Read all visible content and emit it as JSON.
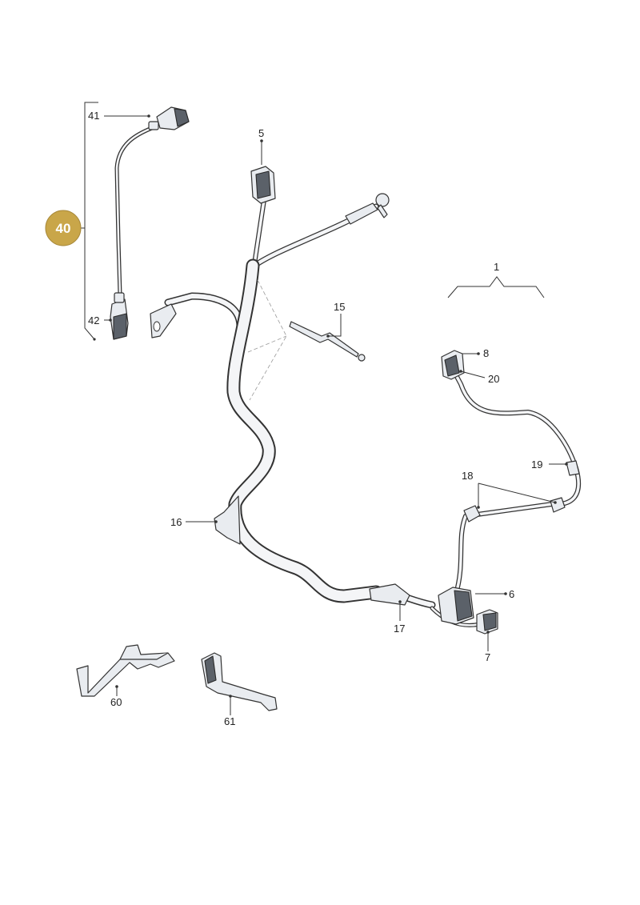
{
  "badge": {
    "label": "40",
    "color": "#c9a649"
  },
  "callouts": {
    "c1": "1",
    "c5": "5",
    "c6": "6",
    "c7": "7",
    "c8": "8",
    "c15": "15",
    "c16": "16",
    "c17": "17",
    "c18": "18",
    "c19": "19",
    "c20": "20",
    "c41": "41",
    "c42": "42",
    "c60": "60",
    "c61": "61"
  }
}
